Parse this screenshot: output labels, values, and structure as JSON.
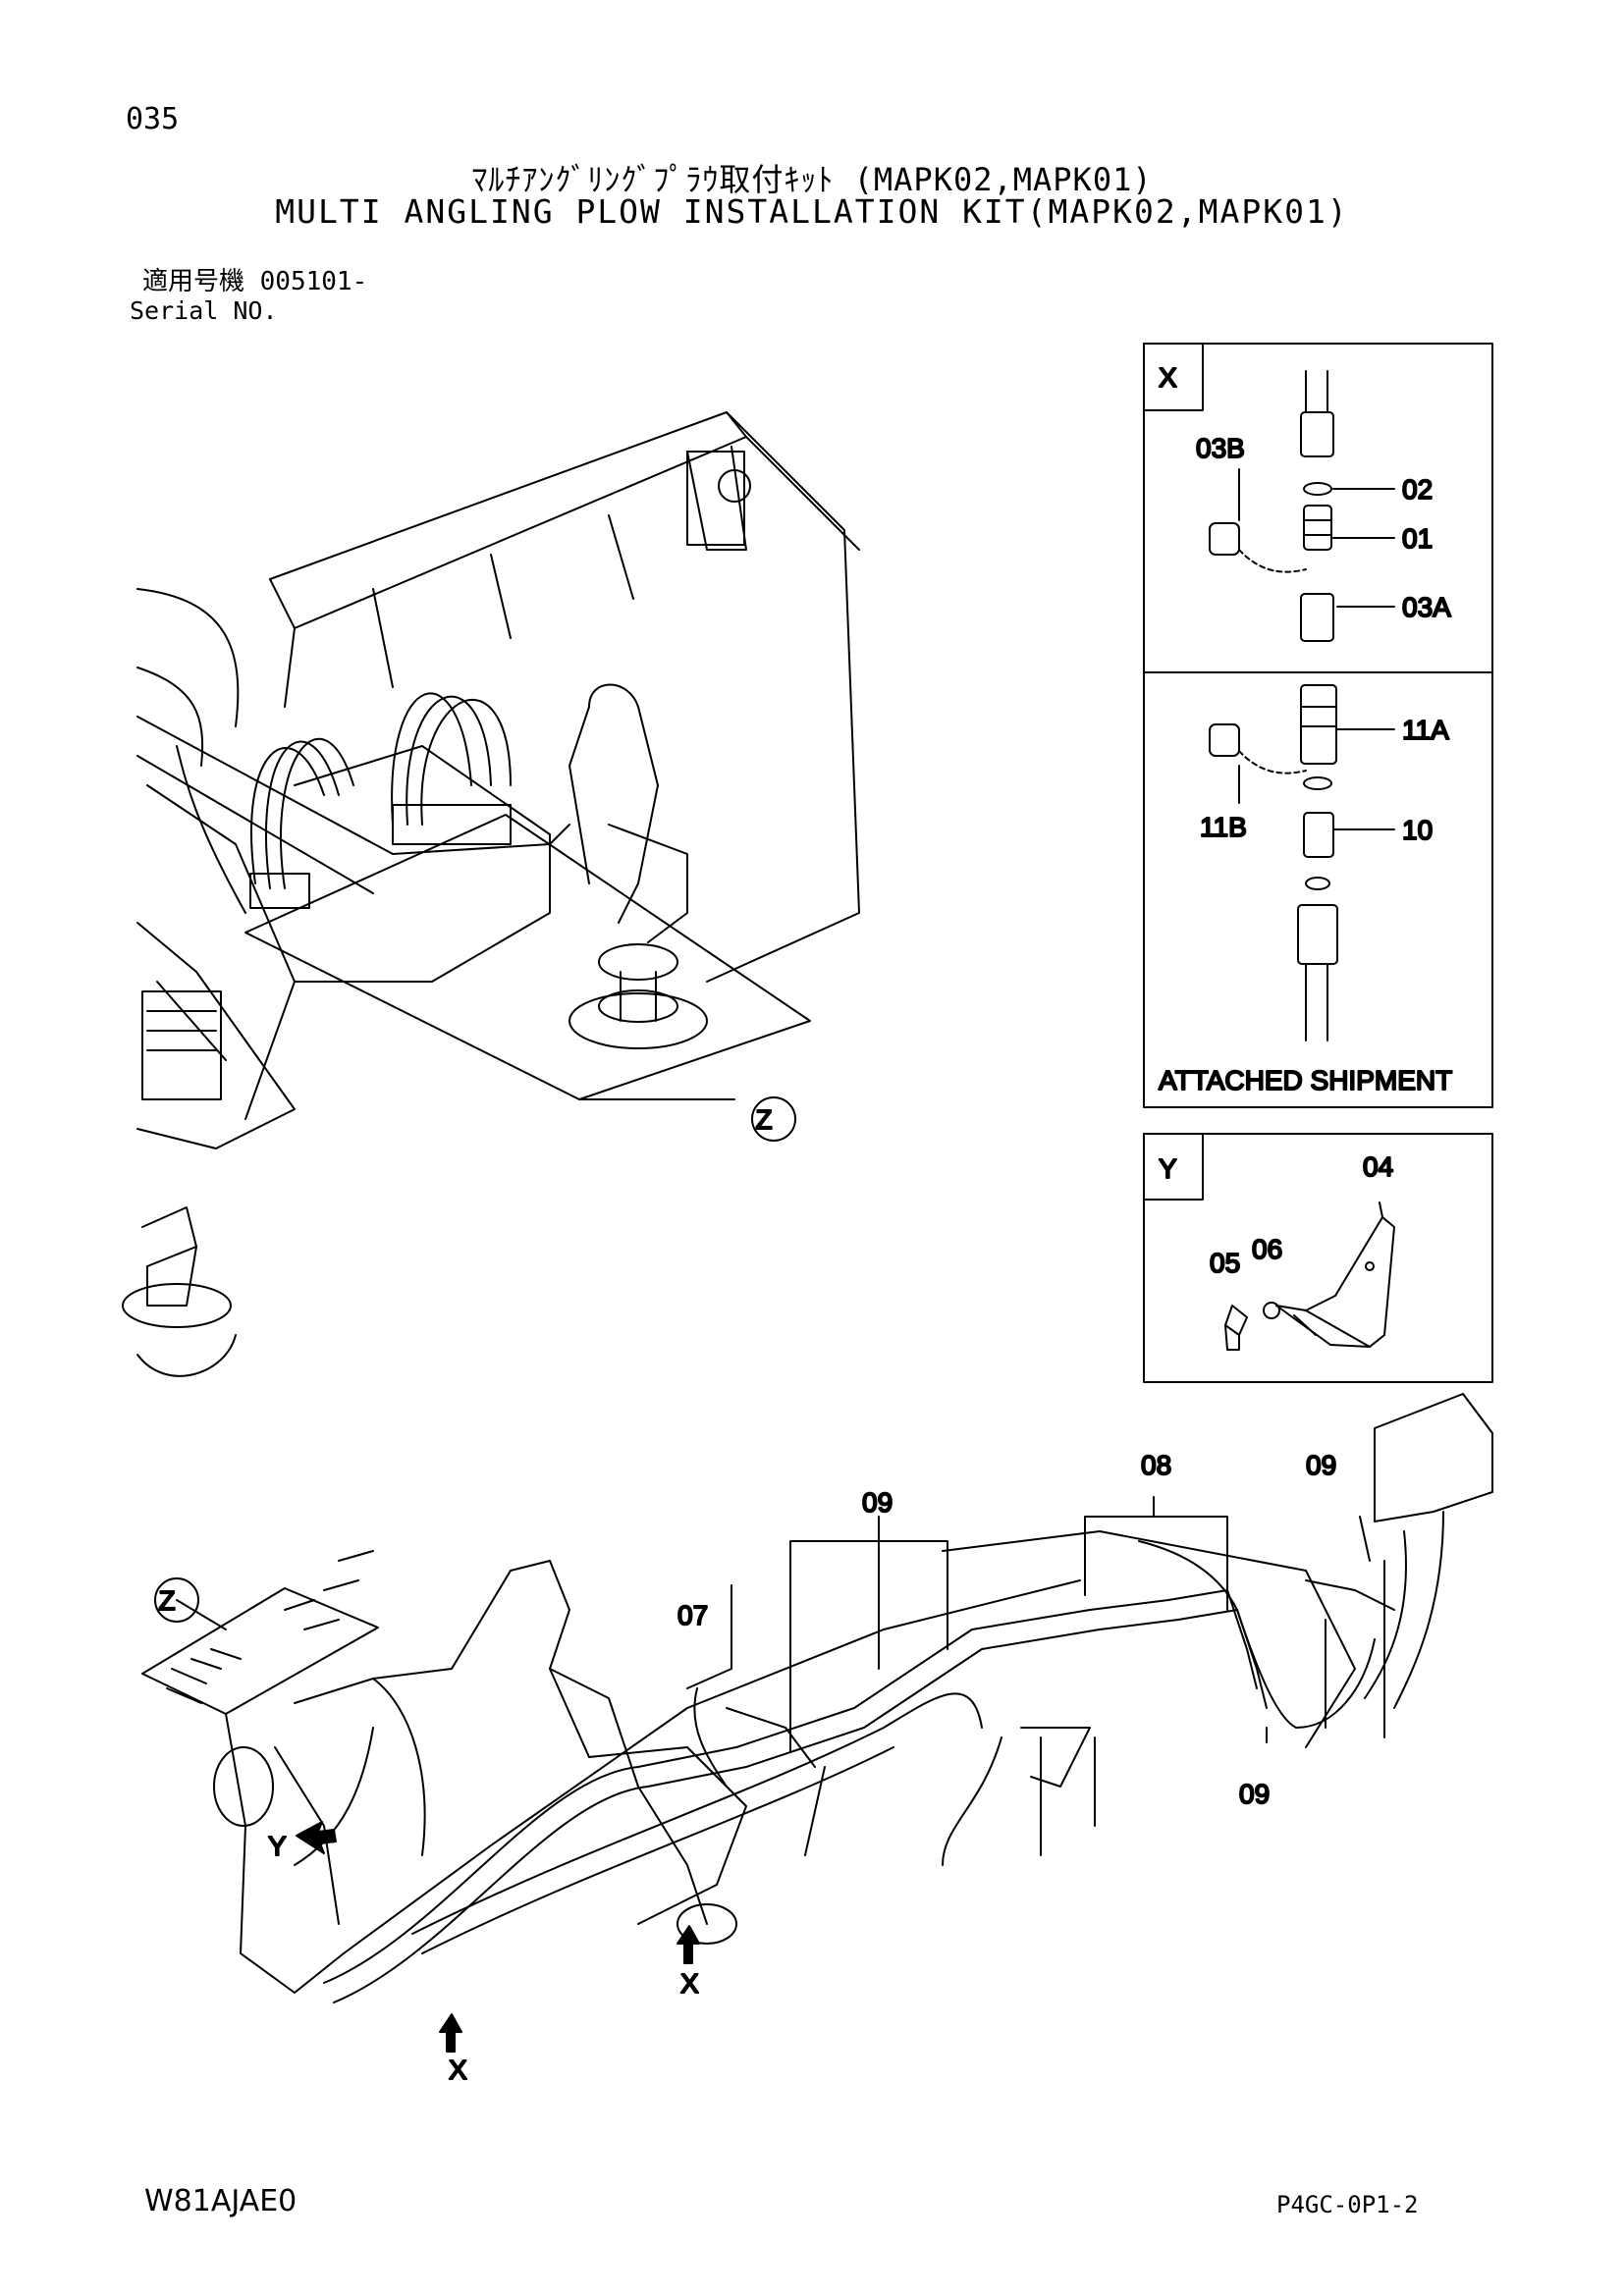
{
  "header": {
    "page_number": "035",
    "title_jp": "ﾏﾙﾁｱﾝｸﾞﾘﾝｸﾞﾌﾟﾗｳ取付ｷｯﾄ (MAPK02,MAPK01)",
    "title_en": "MULTI ANGLING PLOW INSTALLATION KIT(MAPK02,MAPK01)",
    "serial_jp": "適用号機 005101-",
    "serial_en": "Serial NO."
  },
  "detail_x": {
    "view_label": "X",
    "callouts": [
      "03B",
      "02",
      "01",
      "03A",
      "11A",
      "11B",
      "10"
    ],
    "note": "ATTACHED SHIPMENT"
  },
  "detail_y": {
    "view_label": "Y",
    "callouts": [
      "04",
      "06",
      "05"
    ]
  },
  "upper_view": {
    "z_marker": "Z"
  },
  "lower_view": {
    "z_marker": "Z",
    "callouts": [
      "09",
      "08",
      "09",
      "07",
      "09"
    ],
    "arrows": [
      "Y",
      "X",
      "X"
    ]
  },
  "footer": {
    "doc_code": "W81AJAE0",
    "page_code": "P4GC-0P1-2"
  }
}
